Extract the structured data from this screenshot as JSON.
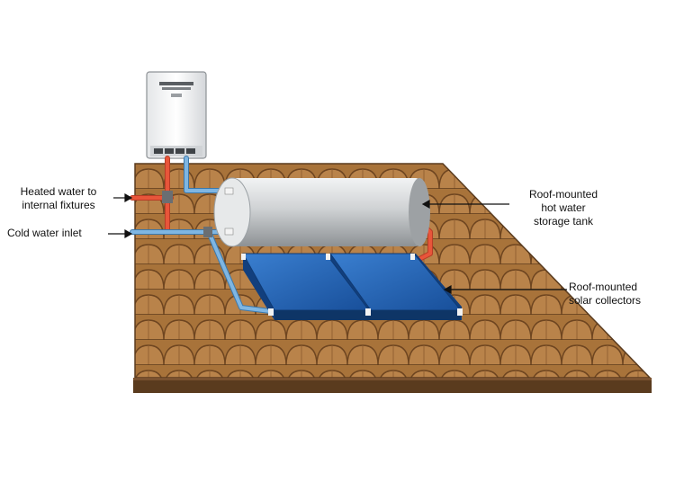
{
  "labels": {
    "heated_water": [
      "Heated water to",
      "internal fixtures"
    ],
    "cold_water": [
      "Cold water inlet"
    ],
    "storage_tank": [
      "Roof-mounted",
      "hot water",
      "storage tank"
    ],
    "solar_collectors": [
      "Roof-mounted",
      "solar collectors"
    ]
  },
  "colors": {
    "roof_tile": "#a8733a",
    "roof_tile_dark": "#6e4520",
    "roof_edge": "#5a3b1e",
    "hot_pipe": "#e8553a",
    "cold_pipe": "#5b9fd4",
    "panel_blue": "#1f5fb0",
    "tank_silver": "#cfd2d4"
  }
}
